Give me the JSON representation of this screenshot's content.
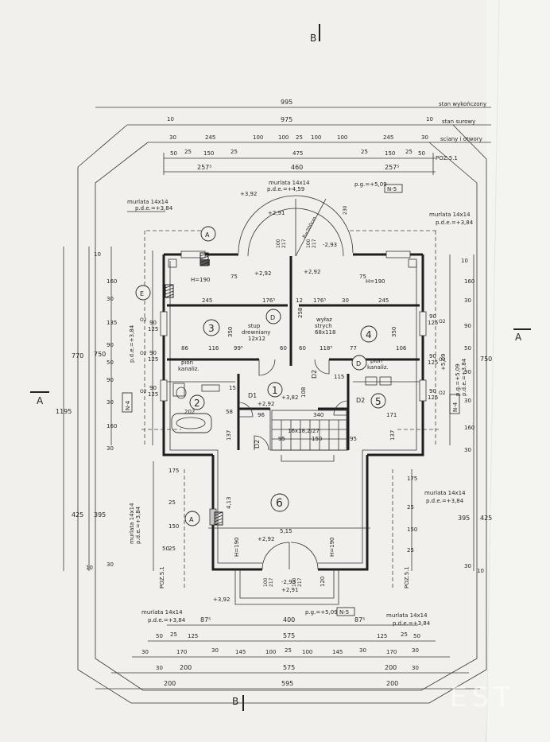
{
  "legend": {
    "finished": "stan wykończony",
    "raw": "stan surowy",
    "walls": "sciany i otwory"
  },
  "dims_top": {
    "row1": [
      "995"
    ],
    "row2": [
      "10",
      "975",
      "10"
    ],
    "row3": [
      "30",
      "245",
      "100",
      "100",
      "25",
      "100",
      "100",
      "245",
      "30"
    ],
    "row4": [
      "50",
      "25",
      "150",
      "25",
      "475",
      "25",
      "150",
      "25",
      "50"
    ],
    "row5": [
      "257⁵",
      "460",
      "257⁵"
    ]
  },
  "dims_bottom": {
    "row1": [
      "87⁵",
      "400",
      "87⁵"
    ],
    "row2": [
      "50",
      "25",
      "125",
      "575",
      "125",
      "25",
      "50"
    ],
    "row3": [
      "30",
      "170",
      "30",
      "145",
      "100",
      "25",
      "100",
      "145",
      "30",
      "170",
      "30"
    ],
    "row4": [
      "30",
      "200",
      "575",
      "200",
      "30"
    ],
    "row5": [
      "200",
      "595",
      "200"
    ]
  },
  "dims_left": [
    "10",
    "160",
    "30",
    "135",
    "90",
    "50",
    "90",
    "30",
    "160",
    "30",
    "175",
    "25",
    "150",
    "25",
    "50",
    "30",
    "10",
    "770",
    "750",
    "1195",
    "425",
    "395"
  ],
  "dims_right": [
    "10",
    "160",
    "30",
    "90",
    "50",
    "90",
    "30",
    "160",
    "30",
    "175",
    "25",
    "150",
    "25",
    "30",
    "10",
    "750",
    "425",
    "395"
  ],
  "sections": {
    "a": "A",
    "b": "B"
  },
  "grid_marks": {
    "a": "A",
    "e": "E",
    "d": "D"
  },
  "rooms": {
    "r1": "1",
    "r2": "2",
    "r3": "3",
    "r4": "4",
    "r5": "5",
    "r6": "6"
  },
  "notes": {
    "murlata_t": "murlata 14x14",
    "murlata_p": "p.d.e.=+3,84",
    "murlata_top_t": "murlata 14x14",
    "murlata_top_p": "p.d.e.=+4,59",
    "pg509": "p.g.=+5,09",
    "pg509b": "p.g.=+5,09",
    "n5": "N-5",
    "n5b": "N-5",
    "n4": "N-4",
    "n4b": "N-4",
    "poz": "POZ.5.1",
    "poz_left": "POZ.5.1",
    "poz_right": "POZ.5.1",
    "stup1": "stup",
    "stup2": "drewniany",
    "stup3": "12x12",
    "wylaz1": "wyłaz",
    "wylaz2": "strych",
    "wylaz3": "68x118",
    "pion1": "pion",
    "pion2": "kanaliz.",
    "pion3": "pion",
    "pion4": "kanaliz.",
    "h190a": "H=190",
    "h190b": "H=190",
    "h190c": "H=190",
    "h190d": "H=190",
    "lvl392": "+3,92",
    "lvl392b": "+3,92",
    "lvl291": "+2,91",
    "lvl291b": "+2,91",
    "lvl293": "-2,93",
    "lvl293b": "-2,93",
    "lvl292": "+2,92",
    "lvl292b": "+2,92",
    "lvl292c": "+2,92",
    "lvl292d": "+2,92",
    "lvl382": "+3,82",
    "lvl509": "+5,09",
    "radius": "R=200cm",
    "stair": "16x18,2/27",
    "d1": "D1",
    "d2": "D2",
    "d2b": "D2",
    "d2c": "D2",
    "o2": "O2"
  },
  "inner_dims": {
    "a245": "245",
    "a176": "176⁵",
    "a12": "12",
    "a176b": "176⁵",
    "a30": "30",
    "a245b": "245",
    "b86": "86",
    "b116": "116",
    "b99": "99⁵",
    "b60": "60",
    "b60b": "60",
    "b118": "118⁵",
    "b77": "77",
    "b106": "106",
    "c350": "350",
    "c350b": "350",
    "c258": "258",
    "c108": "108",
    "d202": "202",
    "d58": "58",
    "d340": "340",
    "d171": "171",
    "d96": "96",
    "d95": "95",
    "d150": "150",
    "d95b": "95",
    "e515": "5,15",
    "e413": "4,13",
    "e137": "137",
    "e137b": "137",
    "e120": "120",
    "w90": "90",
    "w125": "125",
    "w90b": "90",
    "w125b": "125",
    "w90c": "90",
    "w125c": "125",
    "w90d": "90",
    "w125d": "125",
    "w90e": "90",
    "w125e": "125",
    "w90f": "90",
    "w125f": "125",
    "win100": "100",
    "win217": "217",
    "win100b": "100",
    "win217b": "217",
    "win100c": "100",
    "win217c": "217",
    "win100d": "100",
    "win217d": "217",
    "h230": "230",
    "h75": "75",
    "h75b": "75",
    "h15": "15",
    "h115": "115"
  },
  "watermark": "EST"
}
